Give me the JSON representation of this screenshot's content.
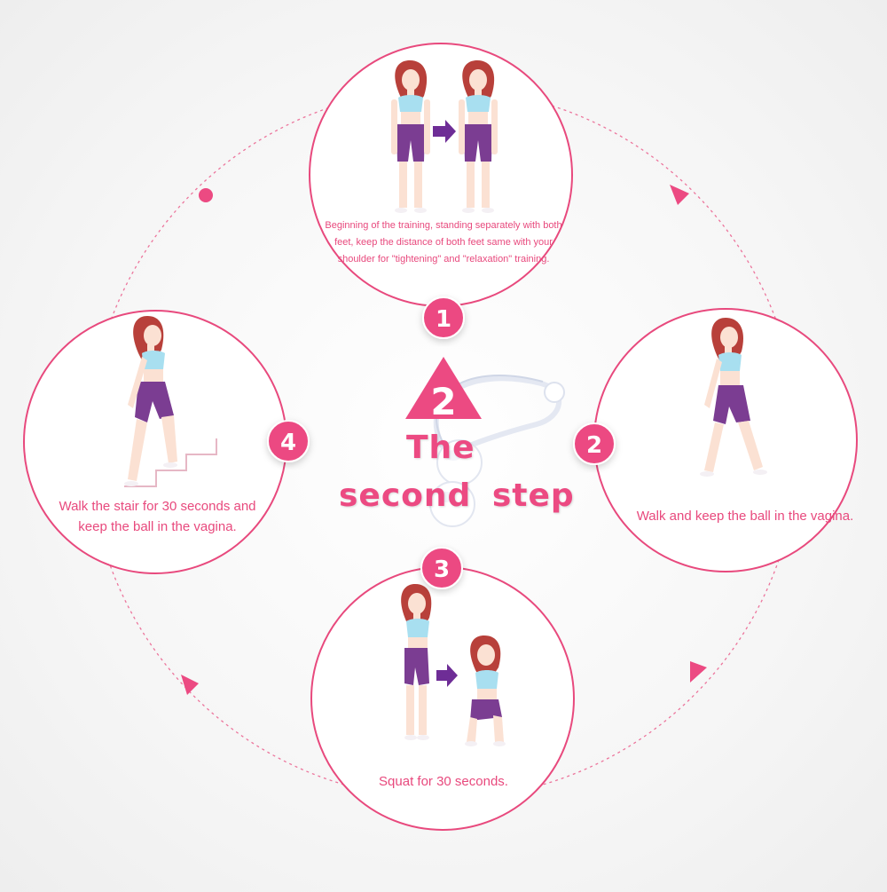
{
  "colors": {
    "accent": "#e8497d",
    "badge": "#ec4a82",
    "background": "#f6f6f6",
    "top_color": "#a8dff0",
    "shorts_color": "#7b3d92",
    "hair_color": "#b8403a",
    "arrow_color": "#6e2d96",
    "ball_color": "#ffffff"
  },
  "center": {
    "step_number": "2",
    "title_line1": "The",
    "title_line2": "second step"
  },
  "steps": [
    {
      "number": "1",
      "text": "Beginning of the training, standing separately with both feet, keep the distance of both feet same with your shoulder for \"tightening\" and \"relaxation\" training.",
      "illustration": "two-standing-figures-icon"
    },
    {
      "number": "2",
      "text": "Walk and keep the ball in the vagina.",
      "illustration": "walking-figure-icon"
    },
    {
      "number": "3",
      "text": "Squat for 30 seconds.",
      "illustration": "squat-figures-icon"
    },
    {
      "number": "4",
      "text": "Walk the stair for 30 seconds and keep the ball in the vagina.",
      "illustration": "stair-climbing-figure-icon"
    }
  ],
  "icons": [
    "purple-arrow-icon",
    "kegel-balls-icon",
    "flow-arrowhead-icon",
    "start-dot-icon"
  ]
}
